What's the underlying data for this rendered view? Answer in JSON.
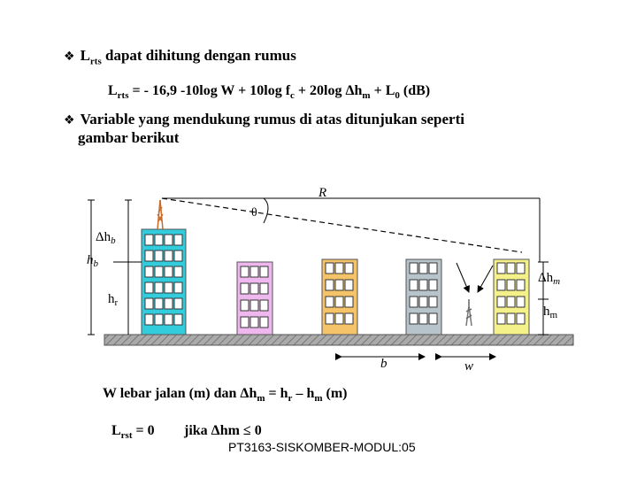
{
  "bullet_symbol": "❖",
  "bullet1": {
    "main": "L",
    "sub": "rts",
    "rest": " dapat dihitung dengan rumus"
  },
  "formula": {
    "p1": "L",
    "p1_sub": "rts",
    "p2": " = - 16,9 -10log W + 10log f",
    "p2_sub": "c",
    "p3": " + 20log Δh",
    "p3_sub": "m",
    "p4": " + L",
    "p4_sub": "0",
    "p5": "  (dB)"
  },
  "bullet2": {
    "line1": "Variable yang mendukung rumus di atas ditunjukan seperti",
    "line2": "gambar berikut"
  },
  "diagram": {
    "label_R": "R",
    "label_theta": "θ",
    "label_dhb": "Δh",
    "label_dhb_sub": "b",
    "label_hb": "h",
    "label_hb_sub": "b",
    "label_hr": "h",
    "label_hr_sub": "r",
    "label_dhm": "Δh",
    "label_dhm_sub": "m",
    "label_hm": "h",
    "label_hm_sub": "m",
    "label_b": "b",
    "label_w": "w",
    "colors": {
      "building1": "#33ccdd",
      "building2": "#eeb8ee",
      "building3": "#f5c46a",
      "building4": "#b8c4cc",
      "building5": "#f4f08a",
      "ground": "#aaaaaa",
      "tower": "#c86a2a"
    }
  },
  "caption": {
    "p1": "W lebar jalan (m) dan Δh",
    "p1_sub": "m",
    "p2": " = h",
    "p2_sub": "r",
    "p3": " – h",
    "p3_sub": "m",
    "p4": " (m)"
  },
  "condition": {
    "l_main": "L",
    "l_sub": "rst",
    "l_rest": " = 0",
    "jika": "jika  Δhm  ≤  0"
  },
  "footer": "PT3163-SISKOMBER-MODUL:05"
}
